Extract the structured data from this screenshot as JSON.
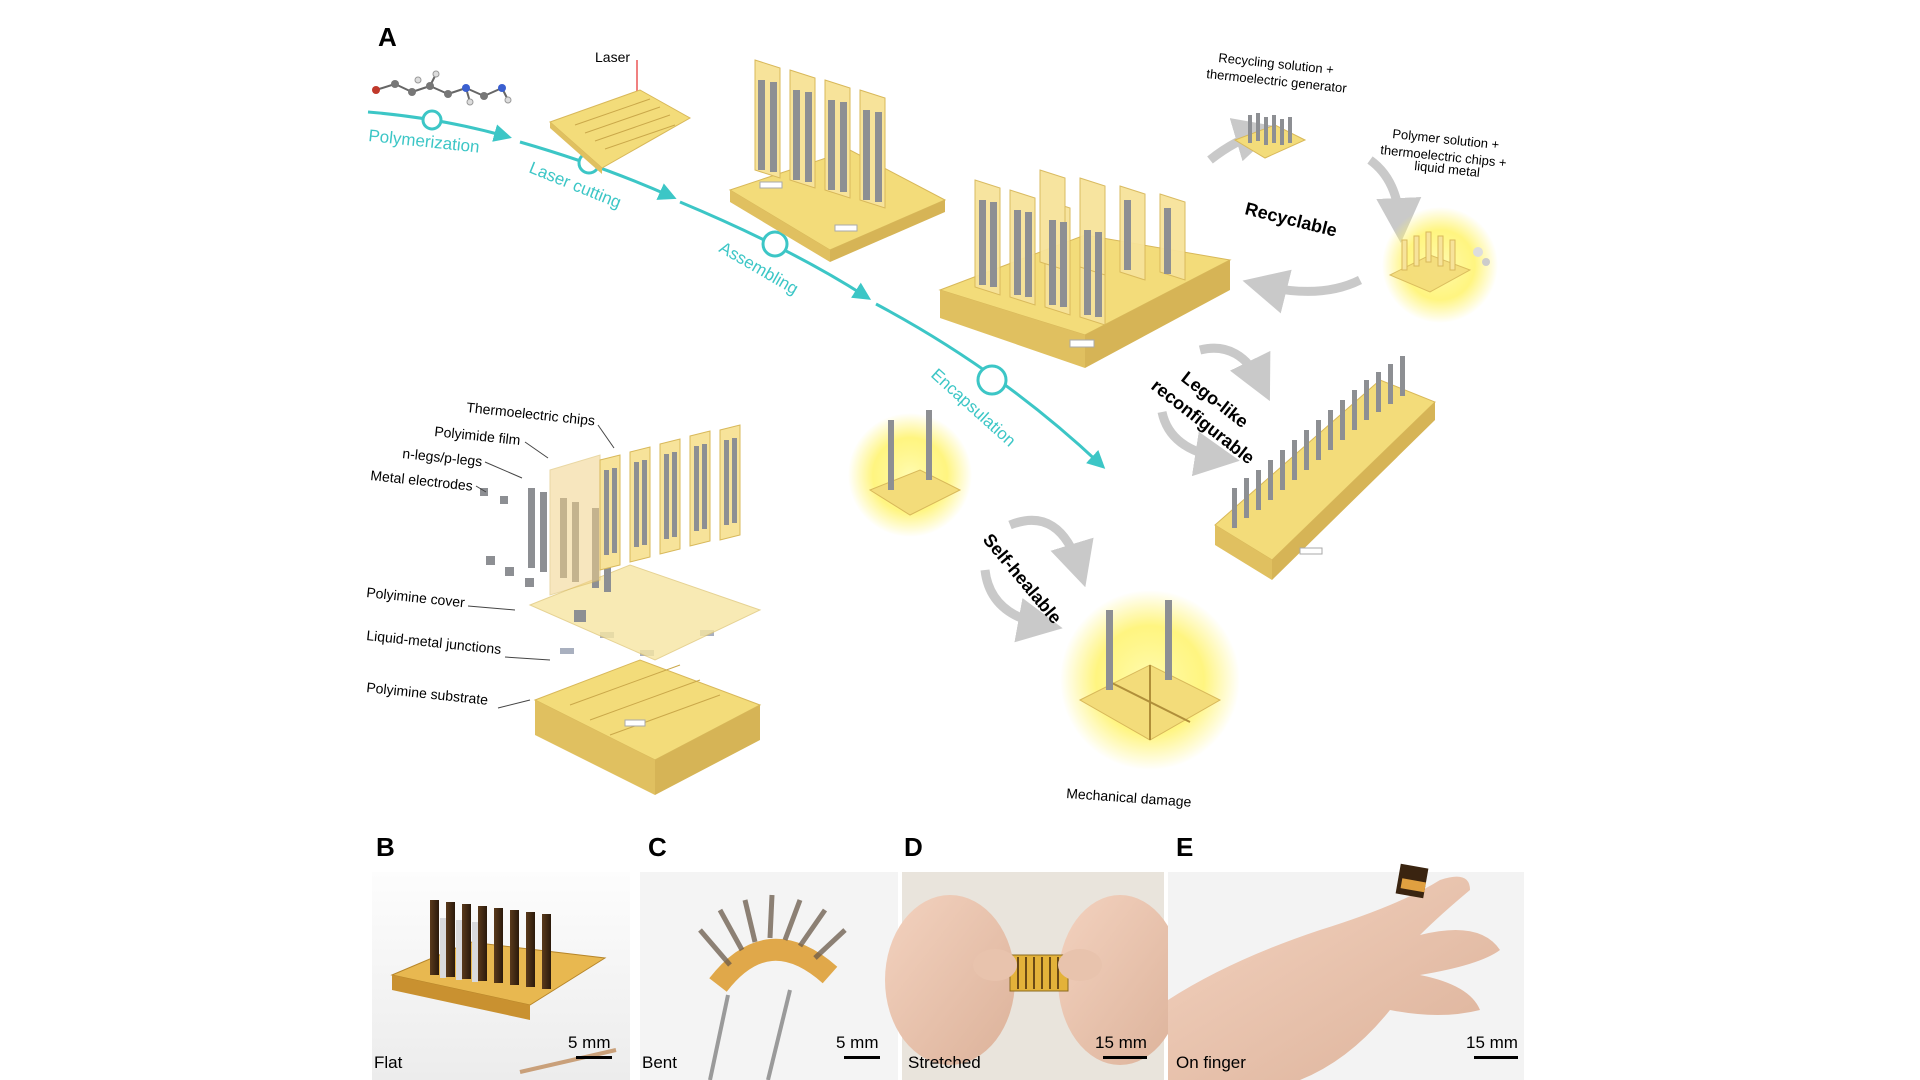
{
  "panels": {
    "a": "A",
    "b": "B",
    "c": "C",
    "d": "D",
    "e": "E"
  },
  "process_steps": [
    "Polymerization",
    "Laser cutting",
    "Assembling",
    "Encapsulation"
  ],
  "laser_label": "Laser",
  "recycle": {
    "title": "Recyclable",
    "top_label": [
      "Recycling solution +",
      "thermoelectric generator"
    ],
    "right_label": [
      "Polymer solution +",
      "thermoelectric chips +",
      "liquid metal"
    ]
  },
  "reconfig": [
    "Lego-like",
    "reconfigurable"
  ],
  "selfheal": {
    "title": "Self-healable",
    "damage_label": "Mechanical damage"
  },
  "exploded_labels": [
    "Thermoelectric chips",
    "Polyimide film",
    "n-legs/p-legs",
    "Metal electrodes",
    "Polyimine cover",
    "Liquid-metal junctions",
    "Polyimine substrate"
  ],
  "photos": [
    {
      "caption": "Flat",
      "scale": "5 mm"
    },
    {
      "caption": "Bent",
      "scale": "5 mm"
    },
    {
      "caption": "Stretched",
      "scale": "15 mm"
    },
    {
      "caption": "On finger",
      "scale": "15 mm"
    }
  ],
  "colors": {
    "process_arrow": "#3cc6c6",
    "polyimine": "#f3dc7a",
    "polyimine_edge": "#d8b85a",
    "leg_gray": "#8d8f93",
    "glow": "#fff36a",
    "cycle_arrow": "#c9c9c9"
  }
}
